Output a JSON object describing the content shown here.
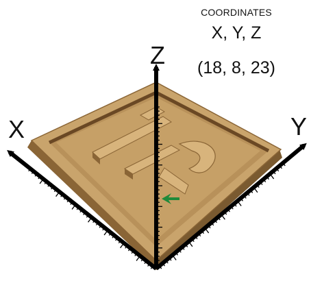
{
  "coordinates_panel": {
    "heading": "COORDINATES",
    "axes_label": "X, Y, Z",
    "value_text": "(18, 8, 23)"
  },
  "axes": {
    "x_label": "X",
    "y_label": "Y",
    "z_label": "Z"
  },
  "colors": {
    "wood_top": "#c9a46c",
    "wood_light": "#d8b47c",
    "wood_dark": "#8a6536",
    "groove": "#6a4824",
    "axis": "#000000",
    "pointer": "#1f8a3a"
  },
  "pointer_icon": "green-arrow-icon"
}
